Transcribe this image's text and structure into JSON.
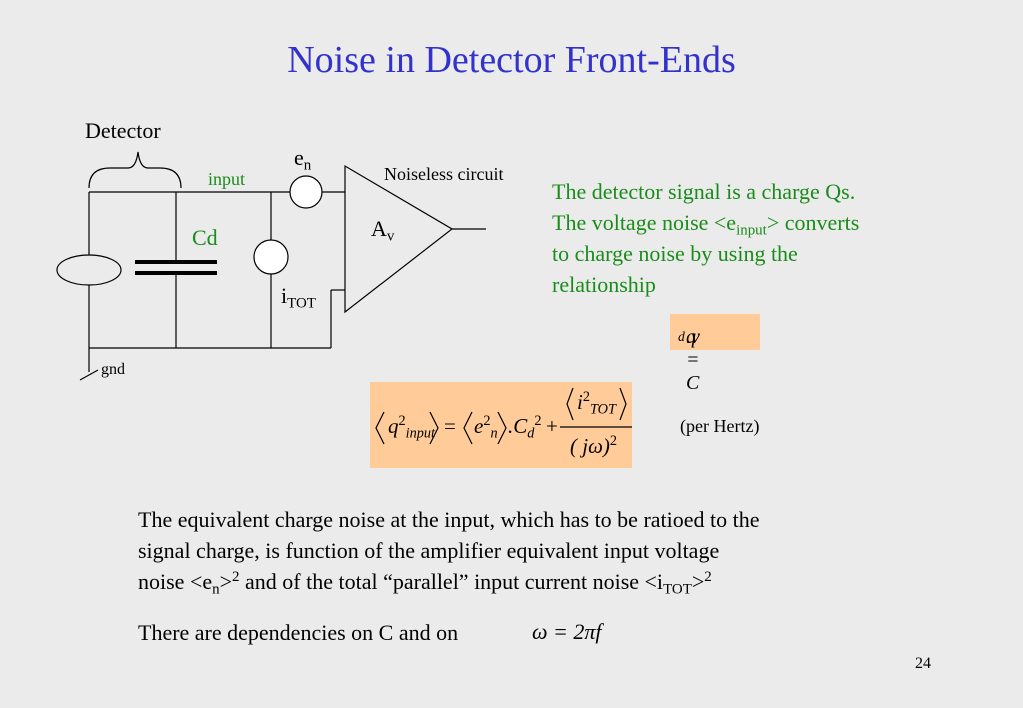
{
  "slide": {
    "title": "Noise in Detector Front-Ends",
    "page_number": "24"
  },
  "circuit": {
    "detector_label": "Detector",
    "input_label": "input",
    "cd_label": "Cd",
    "en_label_main": "e",
    "en_label_sub": "n",
    "noiseless_label": "Noiseless circuit",
    "av_label_main": "A",
    "av_label_sub": "v",
    "itot_label_main": "i",
    "itot_label_sub": "TOT",
    "gnd_label": "gnd",
    "colors": {
      "green": "#1a8c1a",
      "title_blue": "#3333cc",
      "eq_box": "#ffcc99"
    }
  },
  "description": {
    "line1": "The detector signal is a charge Qs.",
    "line2a": "The voltage noise <e",
    "line2_sub": "input",
    "line2b": "> converts",
    "line3": "to charge noise by using the",
    "line4": "relationship"
  },
  "eq1": {
    "text": "q = C",
    "sub": "d",
    "tail": " .v"
  },
  "eq2": {
    "q": "q",
    "q_sup": "2",
    "q_sub": "input",
    "equals": "=",
    "e": "e",
    "e_sup": "2",
    "e_sub": "n",
    "dot_c": ".C",
    "c_sub": "d",
    "c_sup": "2",
    "plus": "+",
    "num_i": "i",
    "num_sup": "2",
    "num_sub": "TOT",
    "den": "( jω)",
    "den_sup": "2"
  },
  "per_hertz": "(per Hertz)",
  "body": {
    "line1": "The equivalent charge noise at the input, which has to be ratioed to the",
    "line2": "signal charge, is function of the amplifier equivalent input voltage",
    "line3a": "noise <e",
    "line3_sub": "n",
    "line3b": ">",
    "line3_sup": "2",
    "line3c": " and of the total “parallel” input current noise <i",
    "line3_sub2": "TOT",
    "line3d": ">",
    "line3_sup2": "2",
    "line4": "There are dependencies on C and on",
    "omega_eq": "ω = 2πf"
  }
}
